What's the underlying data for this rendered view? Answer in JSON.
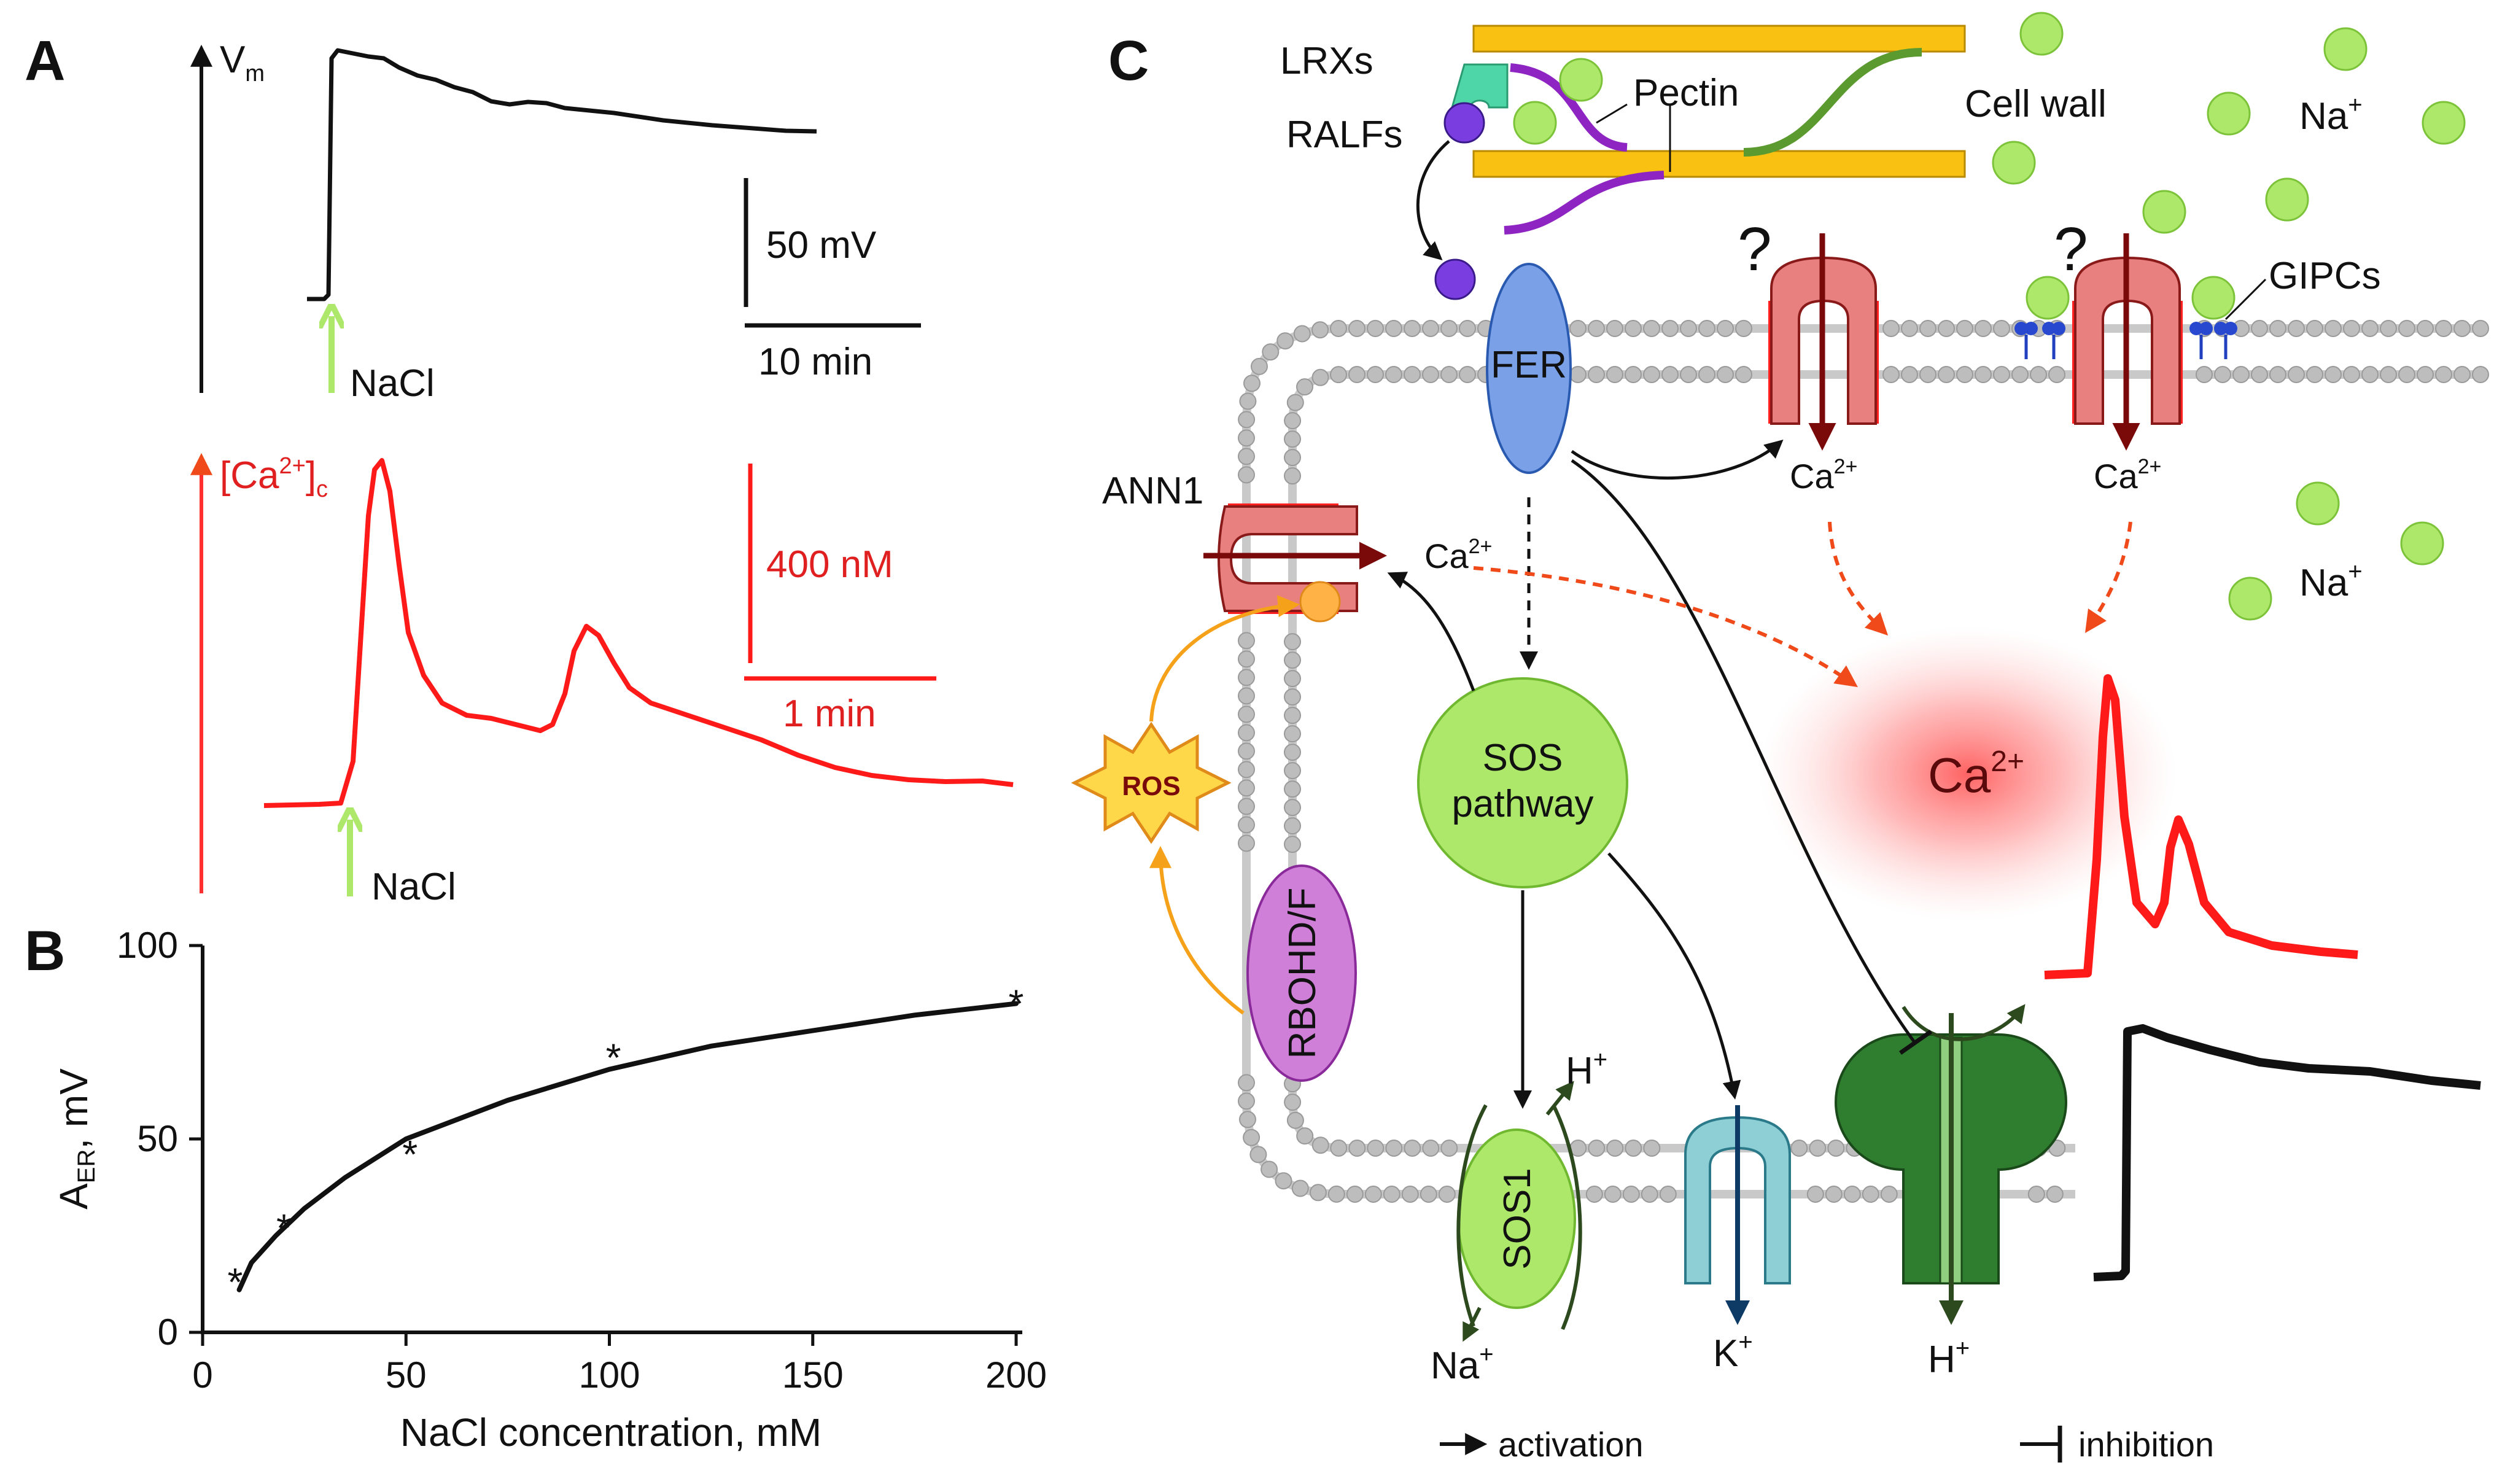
{
  "panel_a": {
    "letter": "A",
    "vm_label": "V",
    "vm_sub": "m",
    "scale_mv": "50 mV",
    "scale_min": "10 min",
    "nacl_1": "NaCl",
    "ca_label": "[Ca",
    "ca_sup": "2+",
    "ca_close": "]",
    "ca_sub": "c",
    "scale_nm": "400 nM",
    "scale_1min": "1 min",
    "nacl_2": "NaCl"
  },
  "panel_b": {
    "letter": "B"
  },
  "chart_data": {
    "type": "scatter",
    "xlabel": "NaCl concentration, mM",
    "ylabel": "A",
    "ylabel_sub": "ER",
    "ylabel_unit": ", mV",
    "xlim": [
      0,
      200
    ],
    "ylim": [
      0,
      100
    ],
    "x_ticks": [
      0,
      50,
      100,
      150,
      200
    ],
    "y_ticks": [
      0,
      50,
      100
    ],
    "points": [
      {
        "x": 8,
        "y": 13
      },
      {
        "x": 20,
        "y": 27
      },
      {
        "x": 51,
        "y": 46
      },
      {
        "x": 101,
        "y": 71
      },
      {
        "x": 200,
        "y": 85
      }
    ],
    "fit": [
      {
        "x": 9,
        "y": 11
      },
      {
        "x": 12,
        "y": 18
      },
      {
        "x": 18,
        "y": 25
      },
      {
        "x": 25,
        "y": 32
      },
      {
        "x": 35,
        "y": 40
      },
      {
        "x": 50,
        "y": 50
      },
      {
        "x": 75,
        "y": 60
      },
      {
        "x": 100,
        "y": 68
      },
      {
        "x": 125,
        "y": 74
      },
      {
        "x": 150,
        "y": 78
      },
      {
        "x": 175,
        "y": 82
      },
      {
        "x": 200,
        "y": 85
      }
    ]
  },
  "panel_c": {
    "letter": "C",
    "lrxs": "LRXs",
    "ralfs": "RALFs",
    "pectin": "Pectin",
    "cell_wall": "Cell wall",
    "na": "Na",
    "plus": "+",
    "gipcs": "GIPCs",
    "question": "?",
    "fer": "FER",
    "ann1": "ANN1",
    "ca": "Ca",
    "ca_sup": "2+",
    "sos_line1": "SOS",
    "sos_line2": "pathway",
    "ros": "ROS",
    "rboh": "RBOHD/F",
    "sos1": "SOS1",
    "h": "H",
    "k": "K",
    "activation": "activation",
    "inhibition": "inhibition"
  },
  "colors": {
    "red": "#ff1a1a",
    "dark_red": "#8b0000",
    "lime": "#aee86a",
    "fer_blue": "#7aa0e8",
    "wall_yellow": "#f9c213",
    "membrane_gray": "#bdbdbd"
  }
}
